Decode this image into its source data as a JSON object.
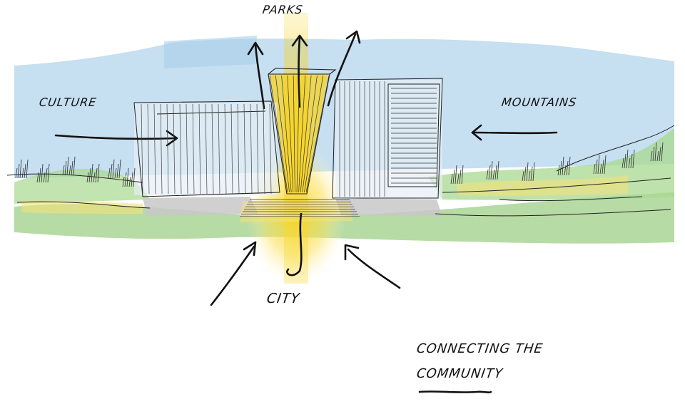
{
  "labels": {
    "parks": "PARKS",
    "culture": "CULTURE",
    "mountains": "MOUNTAINS",
    "city": "CITY"
  },
  "caption": {
    "line1": "CONNECTING THE",
    "line2": "COMMUNITY"
  },
  "colors": {
    "sky": "#bcd9ee",
    "glow": "#f7d321",
    "greenery": "#9fcf86",
    "ink": "#111111",
    "plaza": "#c8c8c8"
  }
}
